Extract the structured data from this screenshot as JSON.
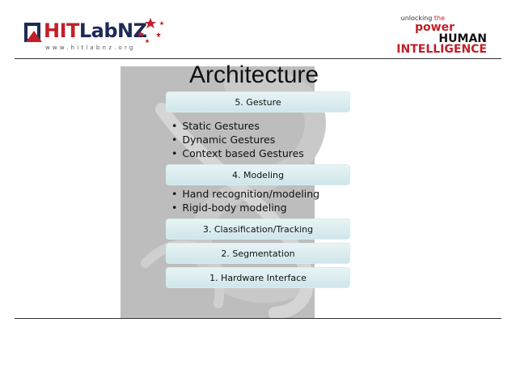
{
  "header": {
    "left_logo": {
      "brand_hit": "HIT",
      "brand_lab": "LabNZ",
      "url": "www.hitlabnz.org"
    },
    "right_logo": {
      "line1_prefix": "unlocking",
      "line1_suffix": " the",
      "line2": "power",
      "line3": "HUMAN",
      "line4": "INTELLIGENCE"
    }
  },
  "slide": {
    "title": "Architecture",
    "layers": [
      {
        "label": "5. Gesture",
        "bullets": [
          "Static Gestures",
          "Dynamic Gestures",
          "Context based Gestures"
        ]
      },
      {
        "label": "4. Modeling",
        "bullets": [
          "Hand recognition/modeling",
          "Rigid-body modeling"
        ]
      },
      {
        "label": "3. Classification/Tracking",
        "bullets": []
      },
      {
        "label": "2. Segmentation",
        "bullets": []
      },
      {
        "label": "1. Hardware Interface",
        "bullets": []
      }
    ]
  },
  "colors": {
    "brand_red": "#c0202a",
    "brand_navy": "#1d2a57",
    "bar_fill": "#cfe6ea",
    "panel_gray": "#bdbdbd"
  }
}
